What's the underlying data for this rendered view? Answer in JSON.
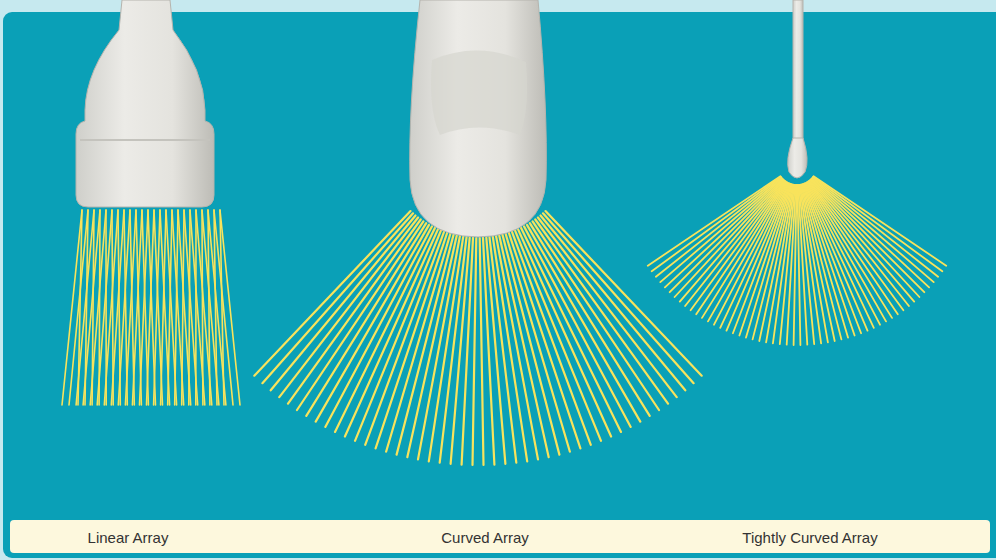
{
  "diagram": {
    "nodes": [
      {
        "text": [
          "Linear Array",
          "Curved Array",
          "Tightly Curved Array"
        ]
      }
    ]
  }
}
